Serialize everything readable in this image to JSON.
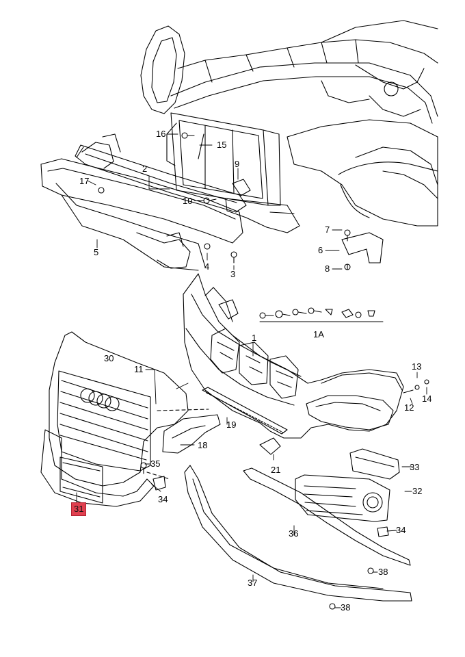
{
  "diagram": {
    "highlight_color": "#e0404f",
    "line_color": "#000000",
    "labels": {
      "p1": "1",
      "p1a": "1A",
      "p2": "2",
      "p3": "3",
      "p4": "4",
      "p5": "5",
      "p6": "6",
      "p7": "7",
      "p8": "8",
      "p9": "9",
      "p10": "10",
      "p11": "11",
      "p12": "12",
      "p13": "13",
      "p14": "14",
      "p15": "15",
      "p16": "16",
      "p17": "17",
      "p18": "18",
      "p19": "19",
      "p21": "21",
      "p30": "30",
      "p31": "31",
      "p32": "32",
      "p33": "33",
      "p34a": "34",
      "p34b": "34",
      "p35": "35",
      "p36": "36",
      "p37": "37",
      "p38a": "38",
      "p38b": "38"
    },
    "selected_part": "31"
  }
}
